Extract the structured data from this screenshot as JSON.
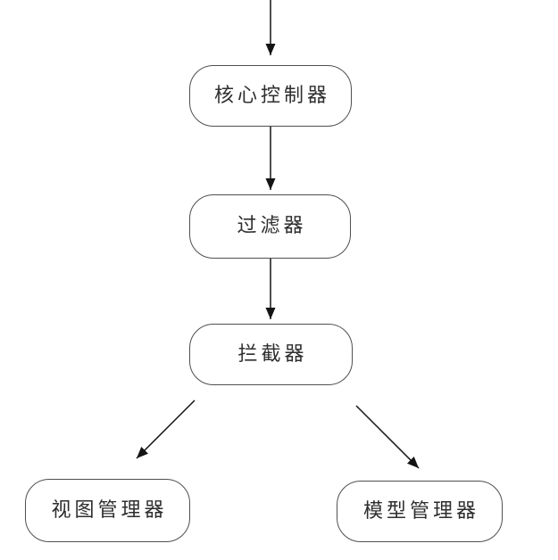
{
  "diagram": {
    "type": "flowchart",
    "nodes": [
      {
        "id": "core-controller",
        "label": "核心控制器"
      },
      {
        "id": "filter",
        "label": "过滤器"
      },
      {
        "id": "interceptor",
        "label": "拦截器"
      },
      {
        "id": "view-manager",
        "label": "视图管理器"
      },
      {
        "id": "model-manager",
        "label": "模型管理器"
      }
    ],
    "edges": [
      {
        "from": "offscreen-top",
        "to": "core-controller"
      },
      {
        "from": "core-controller",
        "to": "filter"
      },
      {
        "from": "filter",
        "to": "interceptor"
      },
      {
        "from": "interceptor",
        "to": "view-manager"
      },
      {
        "from": "interceptor",
        "to": "model-manager"
      }
    ]
  },
  "colors": {
    "background": "#ffffff",
    "node_fill": "#ffffff",
    "node_border": "#4f4f4f",
    "arrow": "#141414",
    "text": "#2e2e2e"
  }
}
